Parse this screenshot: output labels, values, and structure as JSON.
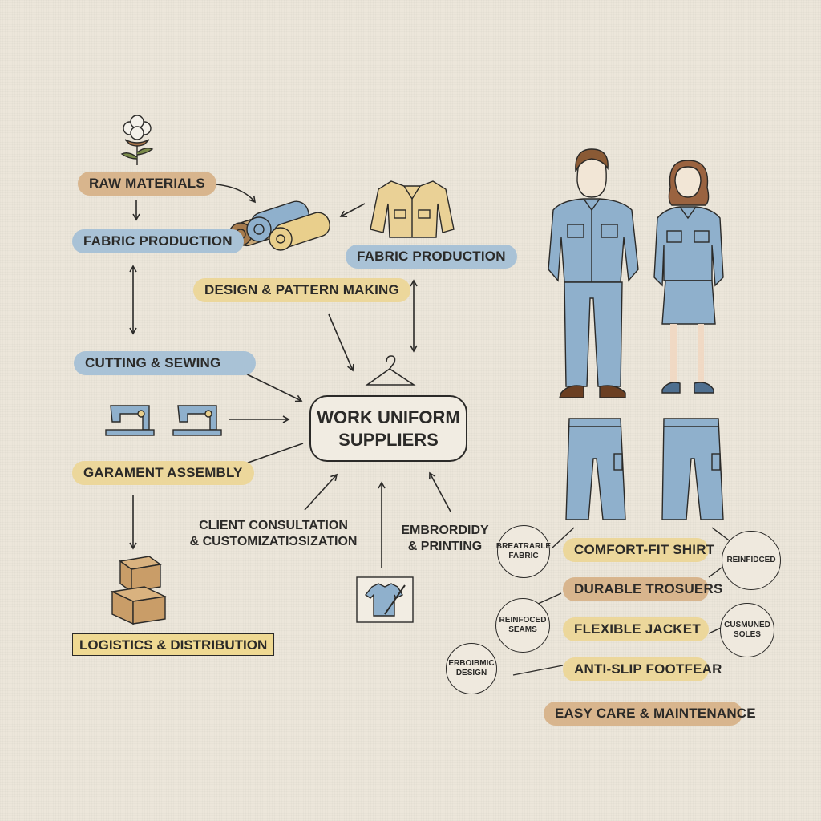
{
  "diagram": {
    "center": {
      "line1": "WORK UNIFORM",
      "line2": "SUPPLIERS"
    },
    "process": {
      "raw_materials": "RAW MATERIALS",
      "fabric_production_left": "FABRIC PRODUCTION",
      "fabric_production_right": "FABRIC PRODUCTION",
      "design_pattern": "DESIGN & PATTERN MAKING",
      "cutting_sewing": "CUTTING & SEWING",
      "garment_assembly": "GARAMENT ASSEMBLY",
      "logistics": "LOGISTICS & DISTRIBUTION",
      "client_line1": "CLIENT CONSULTATION",
      "client_line2": "& CUSTOMIZATIƆSIZATION",
      "embroidery_line1": "EMBRORDIDY",
      "embroidery_line2": "& PRINTING"
    },
    "features": {
      "comfort_fit_shirt": "COMFORT-FIT SHIRT",
      "durable_trousers": "DURABLE TROSUERS",
      "flexible_jacket": "FLEXIBLE JACKET",
      "anti_slip_footwear": "ANTI-SLIP FOOTFEAR",
      "easy_care": "EASY CARE & MAINTENANCE"
    },
    "badges": {
      "breathable_line1": "BREATRARLE",
      "breathable_line2": "FABRIC",
      "reinforced": "REINFIDCED",
      "reinforced_seams_line1": "REINFOCED",
      "reinforced_seams_line2": "SEAMS",
      "cushioned_line1": "CUSMUNED",
      "cushioned_line2": "SOLES",
      "ergonomic_line1": "ERBOIBMIC",
      "ergonomic_line2": "DESIGN"
    },
    "icons": [
      "cotton-flower-icon",
      "fabric-rolls-icon",
      "jacket-icon",
      "hanger-icon",
      "magnifier-icon",
      "sewing-machine-icon",
      "boxes-icon",
      "tshirt-needle-icon",
      "male-worker-icon",
      "female-worker-icon",
      "trousers-icon"
    ],
    "colors": {
      "background": "#ece6da",
      "tan": "#d8b58d",
      "blue": "#a9c2d6",
      "yellow": "#ecd79b",
      "uniform_blue": "#8fb0cc",
      "ink": "#2b2a28"
    }
  }
}
